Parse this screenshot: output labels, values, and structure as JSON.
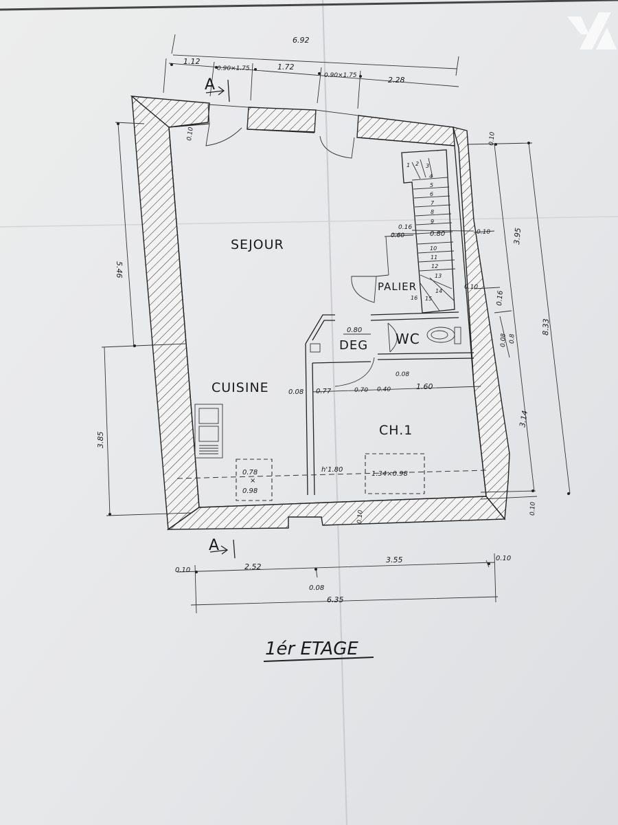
{
  "plan": {
    "title": "1ér ETAGE",
    "rooms": {
      "sejour": "SEJOUR",
      "cuisine": "CUISINE",
      "palier": "PALIER",
      "deg": "DEG",
      "wc": "WC",
      "ch1": "CH.1"
    },
    "section_mark": "A",
    "dimensions": {
      "top_total": "6.92",
      "top_1": "1.12",
      "top_win1": "0.90×1.75",
      "top_2": "1.72",
      "top_win2": "0.90×1.75",
      "top_3": "2.28",
      "wall_top_left": "0.10",
      "wall_top_right": "0.10",
      "left_upper": "5.46",
      "left_lower": "3.85",
      "right_total": "8.33",
      "right_upper": "3.95",
      "right_mid": "0.16",
      "right_small_a": "0.08",
      "right_small_b": "0.8",
      "right_lower": "3.14",
      "right_bottom_wall": "0.10",
      "stair_016": "0.16",
      "stair_060": "0.60",
      "stair_080": "0.80",
      "stair_010": "0.10",
      "palier_010": "0.10",
      "deg_080": "0.80",
      "int_008a": "0.08",
      "int_077": "0.77",
      "int_070": "0.70",
      "int_040": "0.40",
      "int_008b": "0.08",
      "int_160": "1.60",
      "bed_wall": "0.10",
      "vent_w": "0.78",
      "vent_x": "×",
      "vent_h": "0.98",
      "hauteur": "h'1.80",
      "velux": "1.34×0.98",
      "bottom_010a": "0.10",
      "bottom_252": "2.52",
      "bottom_355": "3.55",
      "bottom_010b": "0.10",
      "bottom_008": "0.08",
      "bottom_total": "6.35"
    },
    "stair_steps": [
      "1",
      "2",
      "3",
      "4",
      "5",
      "6",
      "7",
      "8",
      "9",
      "10",
      "11",
      "12",
      "13",
      "14",
      "15",
      "16"
    ]
  }
}
